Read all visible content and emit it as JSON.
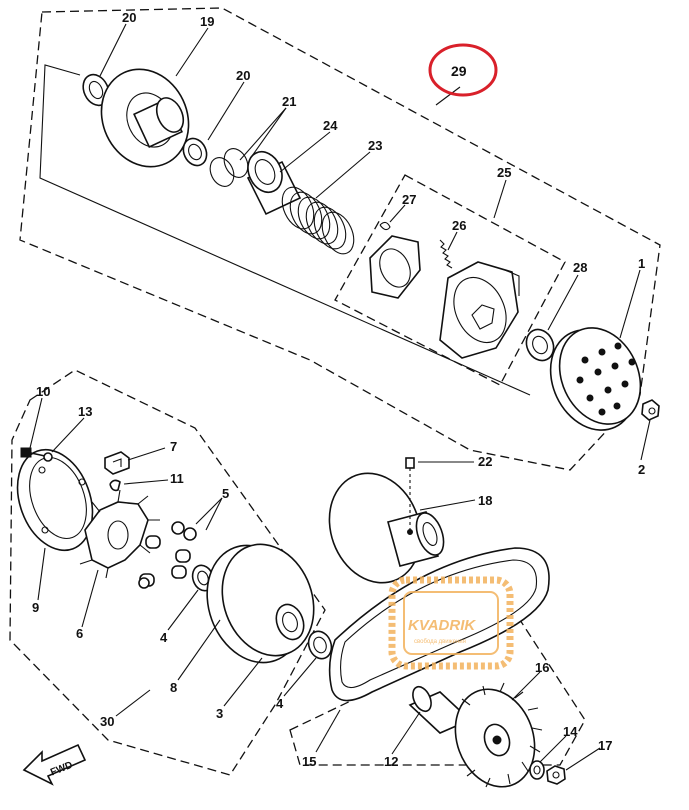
{
  "labels": {
    "p1": "1",
    "p2": "2",
    "p3": "3",
    "p4a": "4",
    "p4b": "4",
    "p5": "5",
    "p6": "6",
    "p7": "7",
    "p8": "8",
    "p9": "9",
    "p10": "10",
    "p11": "11",
    "p12": "12",
    "p13": "13",
    "p14": "14",
    "p15": "15",
    "p16": "16",
    "p17": "17",
    "p18": "18",
    "p19": "19",
    "p20a": "20",
    "p20b": "20",
    "p21": "21",
    "p22": "22",
    "p23": "23",
    "p24": "24",
    "p25": "25",
    "p26": "26",
    "p27": "27",
    "p28": "28",
    "p29": "29",
    "p30": "30"
  },
  "fwd_label": "FWD",
  "watermark": {
    "brand": "KVADRIK",
    "tagline": "свобода движения"
  },
  "colors": {
    "line": "#111111",
    "highlight_circle": "#d9202a",
    "watermark": "#f3b25c"
  }
}
